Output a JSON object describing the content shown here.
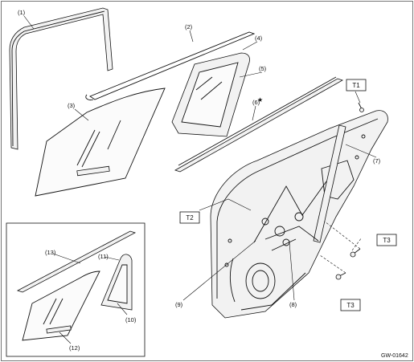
{
  "callouts": {
    "c1": "(1)",
    "c2": "(2)",
    "c3": "(3)",
    "c4": "(4)",
    "c5": "(5)",
    "c6": "(6)",
    "c7": "(7)",
    "c8": "(8)",
    "c9": "(9)",
    "c10": "(10)",
    "c11": "(11)",
    "c12": "(12)",
    "c13": "(13)"
  },
  "torque_boxes": {
    "t1": "T1",
    "t2": "T2",
    "t3_upper": "T3",
    "t3_lower": "T3"
  },
  "star_mark": "★",
  "figure_code": "GW-01642"
}
